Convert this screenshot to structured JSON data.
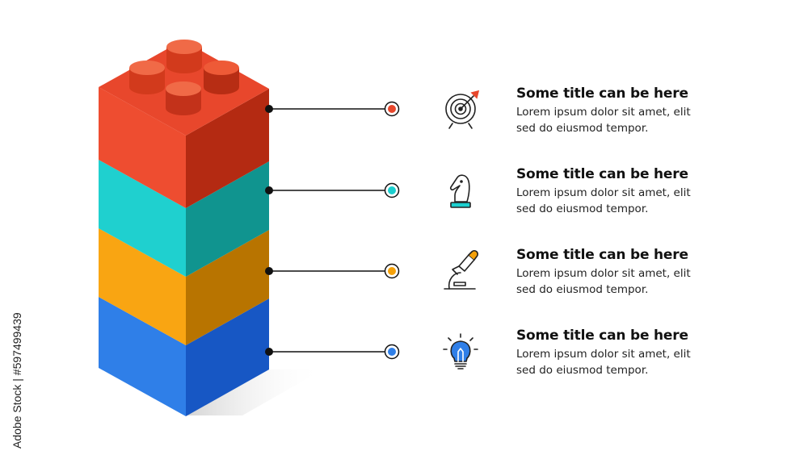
{
  "colors": {
    "red": "#e8472c",
    "teal": "#1ccfcf",
    "orange": "#f5a10a",
    "blue": "#2f7fe8",
    "line": "#111111"
  },
  "steps": [
    {
      "title": "Some title can be here",
      "line1": "Lorem ipsum dolor sit amet, elit",
      "line2": "sed do eiusmod tempor.",
      "icon": "target-arrow-icon",
      "color": "#e8472c"
    },
    {
      "title": "Some title can be here",
      "line1": "Lorem ipsum dolor sit amet, elit",
      "line2": "sed do eiusmod tempor.",
      "icon": "chess-knight-icon",
      "color": "#1ccfcf"
    },
    {
      "title": "Some title can be here",
      "line1": "Lorem ipsum dolor sit amet, elit",
      "line2": "sed do eiusmod tempor.",
      "icon": "microscope-icon",
      "color": "#f5a10a"
    },
    {
      "title": "Some title can be here",
      "line1": "Lorem ipsum dolor sit amet, elit",
      "line2": "sed do eiusmod tempor.",
      "icon": "lightbulb-icon",
      "color": "#2f7fe8"
    }
  ],
  "stock_id": "Adobe Stock | #597499439"
}
